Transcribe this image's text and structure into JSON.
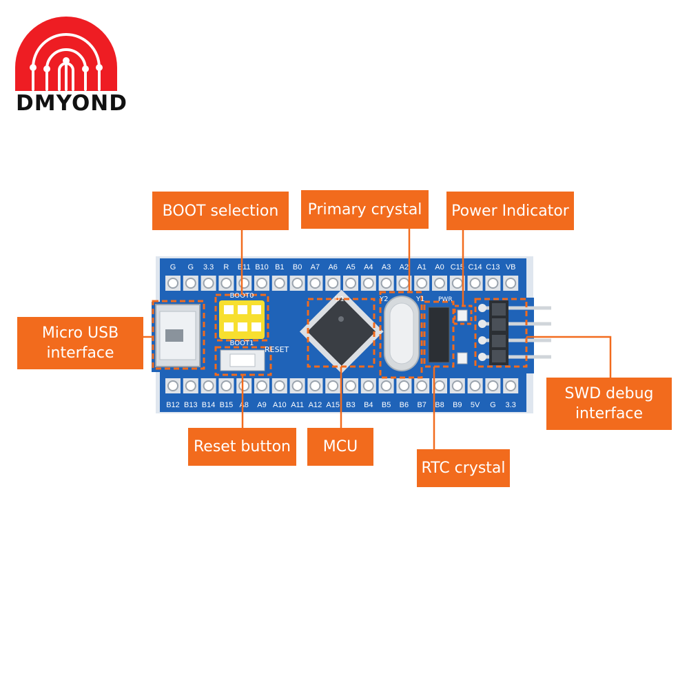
{
  "brand": {
    "name": "DMYOND",
    "colors": {
      "logo_red": "#ee1d23",
      "text": "#111111"
    }
  },
  "colors": {
    "callout_bg": "#f26b1d",
    "callout_text": "#ffffff",
    "pcb_blue": "#1f63b8",
    "leader_line": "#f26b1d"
  },
  "board": {
    "top_pin_labels": [
      "G",
      "G",
      "3.3",
      "R",
      "B11",
      "B10",
      "B1",
      "B0",
      "A7",
      "A6",
      "A5",
      "A4",
      "A3",
      "A2",
      "A1",
      "A0",
      "C15",
      "C14",
      "C13",
      "VB"
    ],
    "bottom_pin_labels": [
      "B12",
      "B13",
      "B14",
      "B15",
      "A8",
      "A9",
      "A10",
      "A11",
      "A12",
      "A15",
      "B3",
      "B4",
      "B5",
      "B6",
      "B7",
      "B8",
      "B9",
      "5V",
      "G",
      "3.3"
    ],
    "silkscreen": {
      "boot0": "BOOT0",
      "boot1": "BOOT1",
      "reset": "RESET",
      "u": "U1",
      "y2": "Y2",
      "y1": "Y1",
      "pwr": "PWR"
    }
  },
  "callouts": {
    "boot_selection": "BOOT selection",
    "primary_crystal": "Primary crystal",
    "power_indicator": "Power Indicator",
    "micro_usb": "Micro USB\ninterface",
    "reset_button": "Reset button",
    "mcu": "MCU",
    "rtc_crystal": "RTC crystal",
    "swd_debug": "SWD debug\ninterface"
  }
}
